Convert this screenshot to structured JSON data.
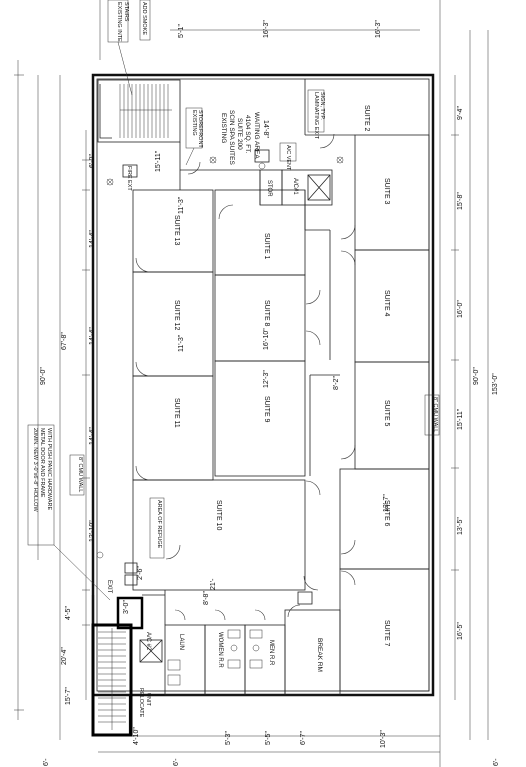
{
  "rooms": {
    "suite_2": "SUITE   2",
    "suite_3": "SUITE   3",
    "suite_4": "SUITE   4",
    "suite_5": "SUITE   5",
    "suite_6": "SUITE   6",
    "suite_7": "SUITE   7",
    "suite_8": "SUITE   8",
    "suite_9": "SUITE   9",
    "suite_10": "SUITE   10",
    "suite_11": "SUITE   11",
    "suite_12": "SUITE   12",
    "suite_13": "SUITE   13",
    "suite_1": "SUITE   1",
    "break_rm": "BREAK RM",
    "women_rr": "WOMEN R.R",
    "men_rr": "MEN R.R",
    "laun": "LAUN",
    "stor": "STOR",
    "ac1": "A/C#1",
    "ac2": "A/C #2",
    "relocate_unit_1": "RELOCATE",
    "relocate_unit_2": "UNIT",
    "exit": "EXIT"
  },
  "existing_area": {
    "line1": "EXISTING",
    "line2": "SCIN SPA SUITES",
    "line3": "SUITE 200",
    "line4": "4104 SQ. FT.",
    "line5": "WAITING AREA",
    "dim": "14'-8\""
  },
  "notes": {
    "existing_storefront_1": "EXISTING",
    "existing_storefront_2": "STOREFRONT",
    "existing_stairs_1": "EXISTING INTE",
    "existing_stairs_2": "STAIRS",
    "add_smoke": "ADD SMOKE",
    "ac_vent": "A/C VENT",
    "laminating_1": "LAMINATING EXIT",
    "laminating_2": "SIGN, TYP.",
    "cmu_wall_top": "8\" CMU WALL",
    "cmu_wall_left": "8\" CMU WALL",
    "door_note_1": "20MIN. NEW 3'-0\"x6'-8\" HOLLOW",
    "door_note_2": "METAL DOOR AND FRAME",
    "door_note_3": "WITH PUSH PANIC HARDWARE",
    "area_of_refuge": "AREA OF REFUGE",
    "fire_ext": "FIRE EXT"
  },
  "dims": {
    "overall_90_left": "90'-0\"",
    "overall_67": "67'-8\"",
    "overall_90_right": "90'-0\"",
    "overall_153": "153'-0\"",
    "left_6_0": "6'-0\"",
    "left_14_4a": "14'-4\"",
    "left_14_4b": "14'-4\"",
    "left_14_4c": "14'-4\"",
    "left_12_10": "12'-10\"",
    "left_4_5": "4'-5\"",
    "left_20_4": "20'-4\"",
    "left_15_7": "15'-7\"",
    "right_9_4": "9'-4\"",
    "right_15_8": "15'-8\"",
    "right_16_0": "16'-0\"",
    "right_15_11": "15'-11\"",
    "right_13_5": "13'-5\"",
    "right_16_5": "16'-5\"",
    "top_5_1": "5'-1\"",
    "top_16_3a": "16'-3\"",
    "top_16_3b": "16'-3\"",
    "int_15_11": "15'-11\"",
    "int_11_3a": "11'-3\"",
    "int_11_3b": "11'-3\"",
    "int_16_10": "16'-10\"",
    "int_12_3": "12'-3\"",
    "int_8_2": "8'-2\"",
    "int_12_7": "12'-7\"",
    "int_21": "21'-",
    "int_2_6": "2'-6\"",
    "int_8_8": "8'-8\"",
    "int_3_0": "3'-0\"",
    "bot_4_10": "4'-10\"",
    "bot_5_3": "5'-3\"",
    "bot_5_5": "5'-5\"",
    "bot_6_7": "6'-7\"",
    "bot_10_3": "10'-3\"",
    "bot_6_a": "6'-",
    "bot_6_b": "6'-",
    "bot_6_c": "6'-"
  }
}
